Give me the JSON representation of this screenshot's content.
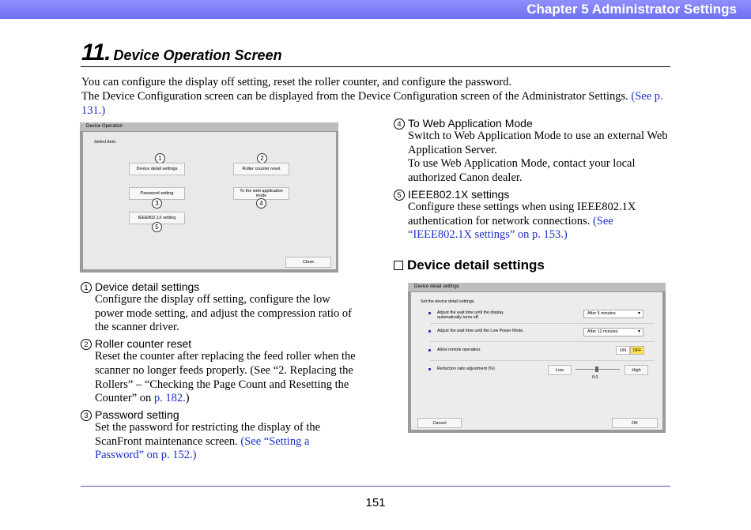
{
  "header": {
    "chapter": "Chapter 5   Administrator Settings"
  },
  "title": {
    "number": "11.",
    "text": "Device Operation Screen"
  },
  "intro": {
    "line1": "You can configure the display off setting, reset the roller counter, and configure the password.",
    "line2": "The Device Configuration screen can be displayed from the Device Configuration screen of the Administrator Settings.",
    "line2_link": "(See p. 131.)"
  },
  "screen1": {
    "window_title": "Device Operation",
    "prompt": "Select item.",
    "buttons": [
      "Device detail settings",
      "Roller counter reset",
      "Password setting",
      "To the web application mode",
      "IEEE802.1X setting"
    ],
    "close": "Close",
    "callouts": [
      "1",
      "2",
      "3",
      "4",
      "5"
    ]
  },
  "items_left": [
    {
      "num": "1",
      "head": "Device detail settings",
      "body": "Configure the display off setting, configure the low power mode setting, and adjust the compression ratio of the scanner driver.",
      "link": ""
    },
    {
      "num": "2",
      "head": "Roller counter reset",
      "body": "Reset the counter after replacing the feed roller when the scanner no longer feeds properly. (See “2. Replacing the Rollers” – “Checking the Page Count and Resetting the Counter” on",
      "link": "p. 182.",
      "tail": ")"
    },
    {
      "num": "3",
      "head": "Password setting",
      "body": "Set the password for restricting the display of the ScanFront maintenance screen.",
      "link": "(See “Setting a Password” on p. 152.)"
    }
  ],
  "items_right": [
    {
      "num": "4",
      "head": "To Web Application Mode",
      "body": "Switch to Web Application Mode to use an external Web Application Server.",
      "body2": "To use Web Application Mode, contact your local authorized Canon dealer."
    },
    {
      "num": "5",
      "head": "IEEE802.1X settings",
      "body": "Configure these settings when using IEEE802.1X authentication for network connections.",
      "link": "(See “IEEE802.1X settings” on p. 153.)"
    }
  ],
  "subsection": {
    "title": "Device detail settings"
  },
  "screen2": {
    "window_title": "Device detail settings",
    "prompt": "Set the device detail settings.",
    "rows": [
      {
        "label": "Adjust the wait time until the display automatically turns off.",
        "value": "After 5 minutes"
      },
      {
        "label": "Adjust the wait time until the Low Power Mode.",
        "value": "After 12 minutes"
      },
      {
        "label": "Allow remote operation.",
        "on": "ON",
        "off": "OFF"
      },
      {
        "label": "Reduction ratio adjustment (%)",
        "low": "Low",
        "high": "High",
        "slider_value": "0.0"
      }
    ],
    "cancel": "Cancel",
    "ok": "OK"
  },
  "footer": {
    "page": "151"
  },
  "colors": {
    "header": "#7a7af5",
    "link": "#1a2ec8",
    "off_button": "#ffe14a"
  }
}
